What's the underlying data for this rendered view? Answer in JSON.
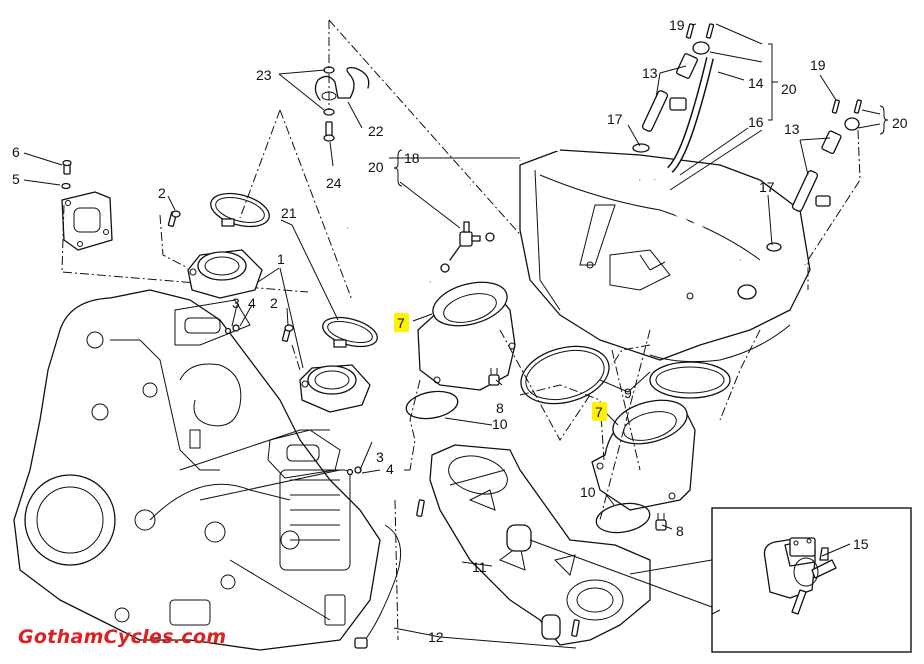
{
  "diagram": {
    "title": "Exploded parts diagram - intake manifolds, throttle body, airbox and fuel injectors",
    "highlight_color": "#fff200",
    "logo_color": "#e02020",
    "callouts": {
      "c1": "1",
      "c2a": "2",
      "c2b": "2",
      "c3a": "3",
      "c3b": "3",
      "c4a": "4",
      "c4b": "4",
      "c5": "5",
      "c6": "6",
      "c7a": "7",
      "c7b": "7",
      "c8a": "8",
      "c8b": "8",
      "c9": "9",
      "c10a": "10",
      "c10b": "10",
      "c11": "11",
      "c12": "12",
      "c13a": "13",
      "c13b": "13",
      "c14": "14",
      "c15": "15",
      "c16": "16",
      "c17a": "17",
      "c17b": "17",
      "c18": "18",
      "c19a": "19",
      "c19b": "19",
      "c20a": "20",
      "c20b": "20",
      "c20c": "20",
      "c21": "21",
      "c22": "22",
      "c23": "23",
      "c24": "24"
    },
    "highlighted_parts": [
      "7"
    ]
  },
  "watermark": {
    "text": "GothamCycles.com"
  }
}
